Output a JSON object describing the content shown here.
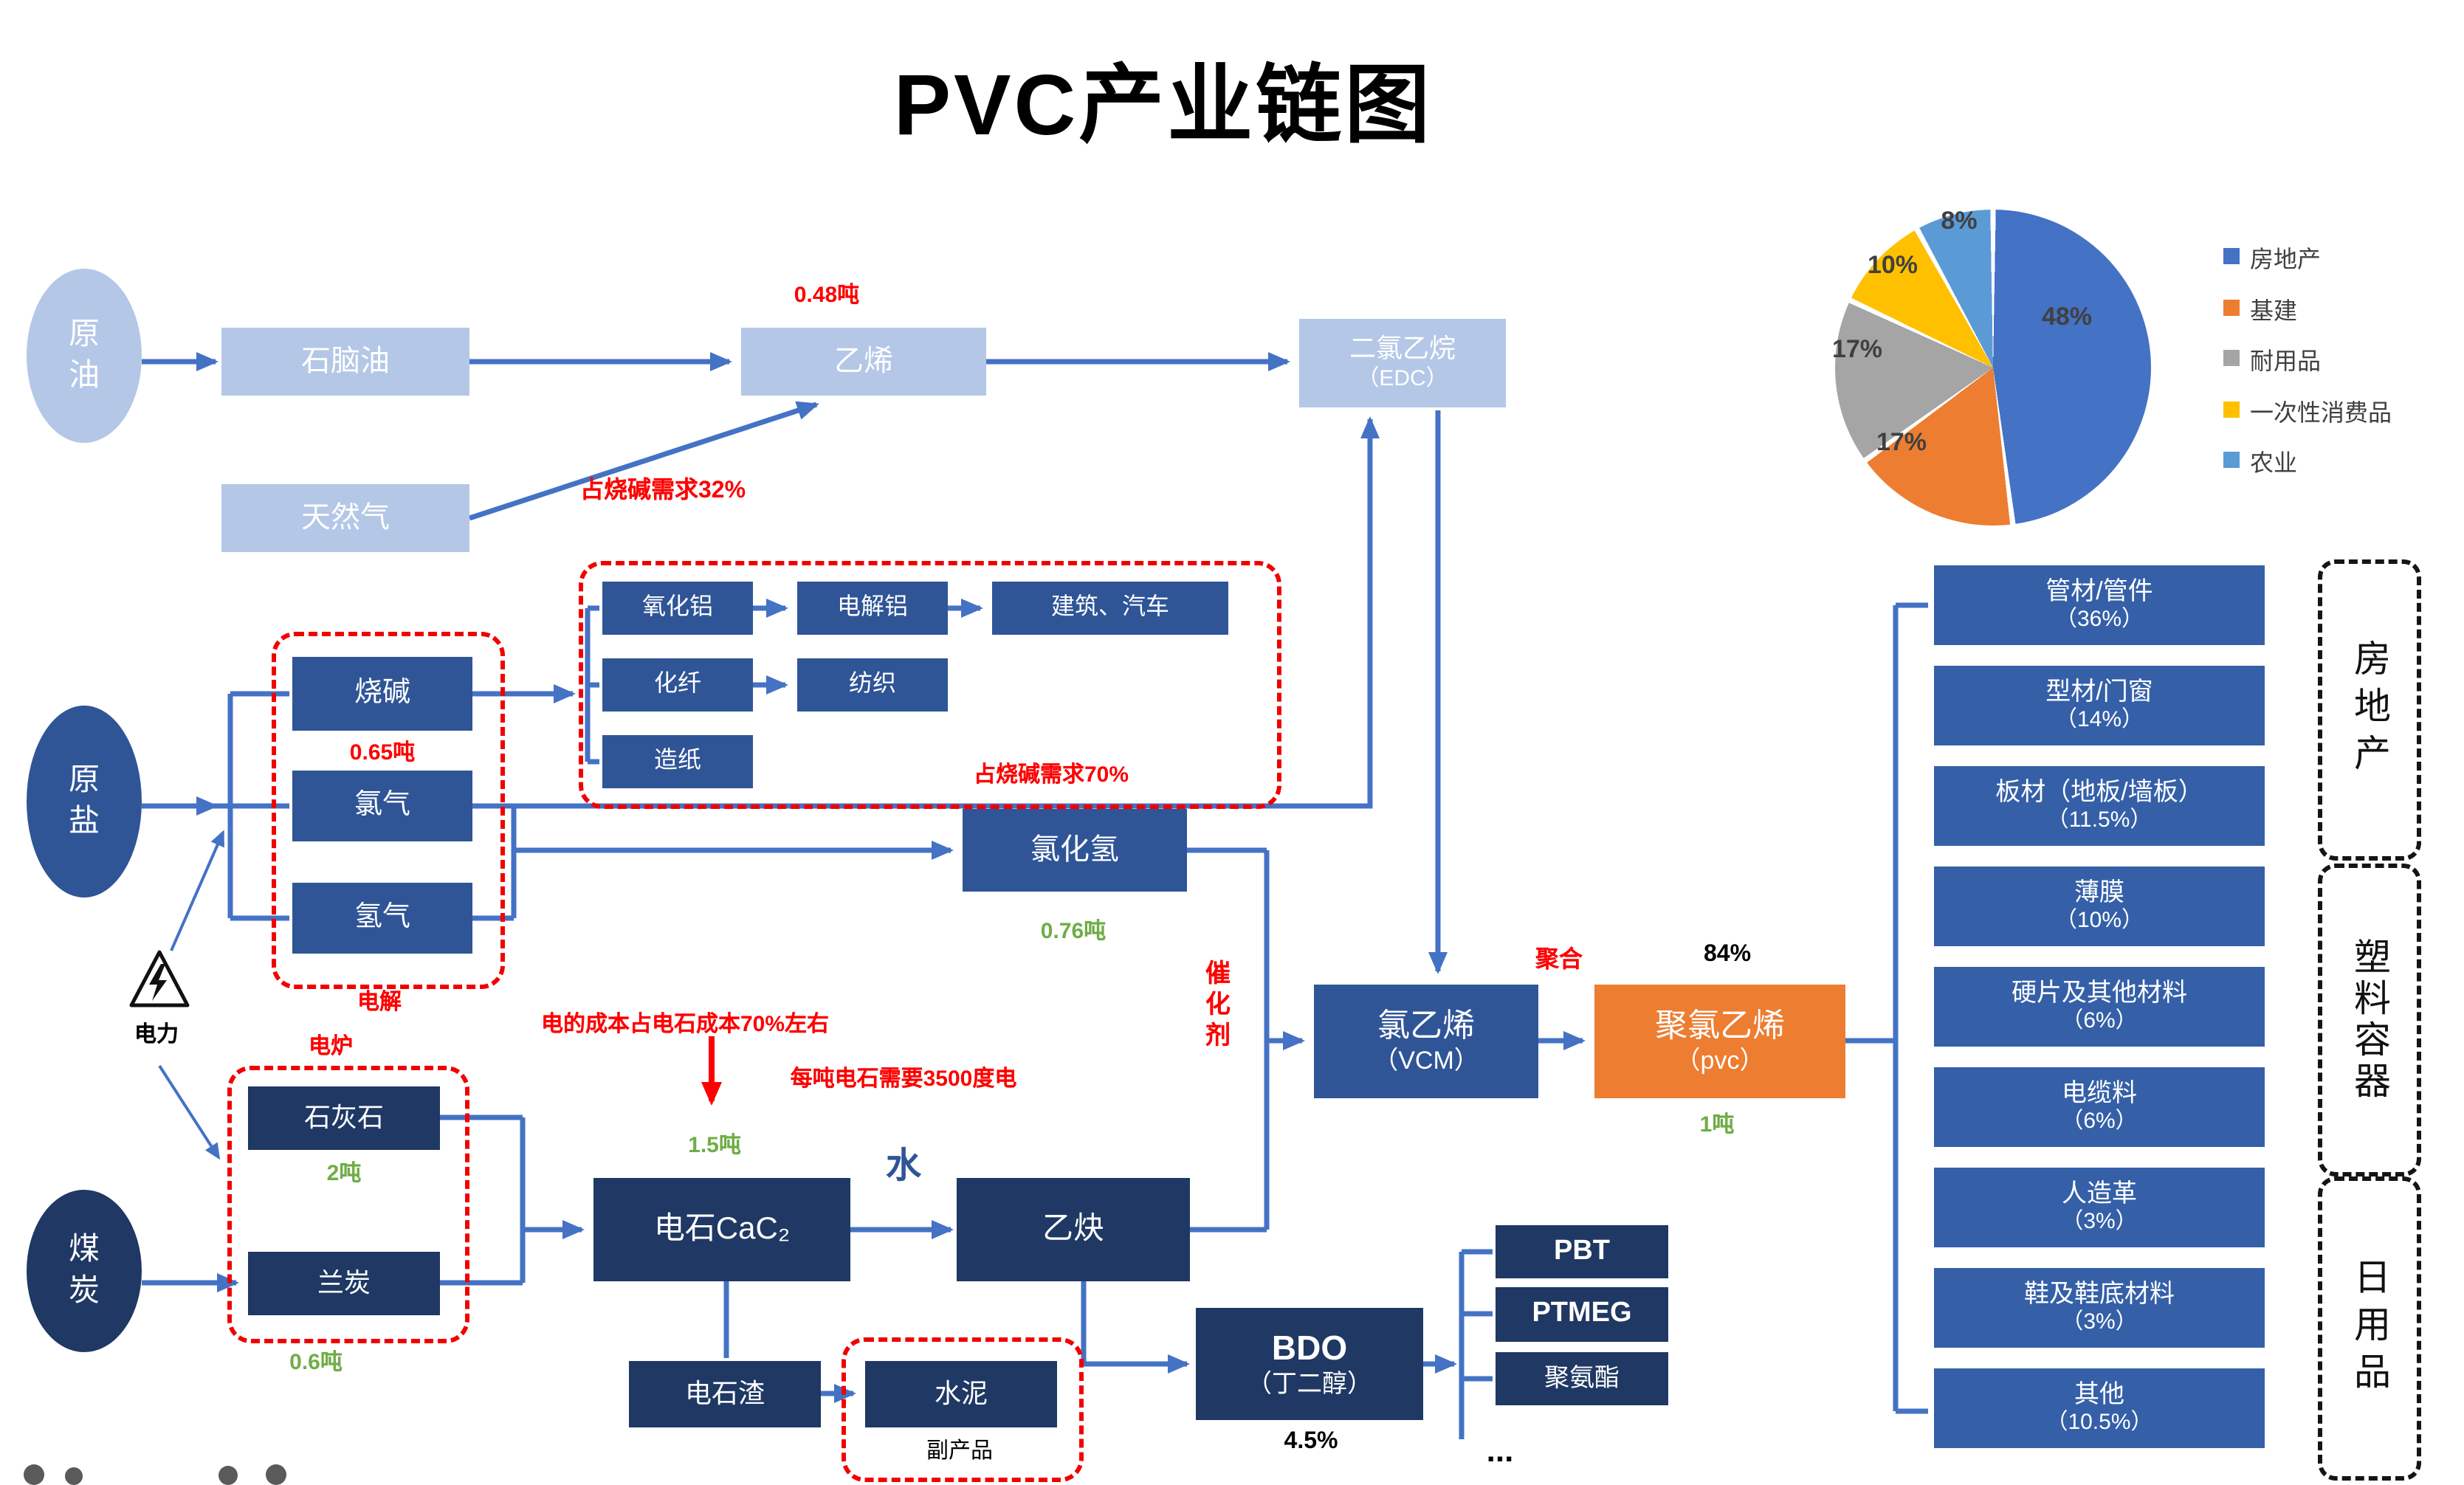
{
  "title": "PVC产业链图",
  "colors": {
    "line_blue": "#4472C4",
    "navy_dark": "#1F3864",
    "navy": "#2F5597",
    "column_blue": "#3560A8",
    "light_blue": "#B4C7E7",
    "orange": "#ED7D31",
    "red": "#FE0000",
    "green": "#70AD47"
  },
  "nodes": {
    "crude_oil": "原油",
    "naphtha": "石脑油",
    "ethylene": "乙烯",
    "edc_line1": "二氯乙烷",
    "edc_line2": "（EDC）",
    "natural_gas": "天然气",
    "raw_salt": "原盐",
    "caustic_soda": "烧碱",
    "chlorine": "氯气",
    "hydrogen": "氢气",
    "alumina": "氧化铝",
    "electrolytic_aluminum": "电解铝",
    "construction_auto": "建筑、汽车",
    "chemical_fiber": "化纤",
    "textile": "纺织",
    "papermaking": "造纸",
    "hcl": "氯化氢",
    "coal": "煤炭",
    "limestone": "石灰石",
    "semi_coke": "兰炭",
    "carbide": "电石CaC₂",
    "acetylene": "乙炔",
    "carbide_slag": "电石渣",
    "cement": "水泥",
    "bdo_line1": "BDO",
    "bdo_line2": "（丁二醇）",
    "pbt": "PBT",
    "ptmeg": "PTMEG",
    "polyurethane": "聚氨酯",
    "vcm_line1": "氯乙烯",
    "vcm_line2": "（VCM）",
    "pvc_line1": "聚氯乙烯",
    "pvc_line2": "（pvc）"
  },
  "annotations": {
    "t048": "0.48吨",
    "caustic_demand_32": "占烧碱需求32%",
    "t065": "0.65吨",
    "caustic_demand_70": "占烧碱需求70%",
    "electrolysis": "电解",
    "electric_power": "电力",
    "electric_furnace": "电炉",
    "t2": "2吨",
    "t06": "0.6吨",
    "t15": "1.5吨",
    "t076": "0.76吨",
    "t1": "1吨",
    "power_cost": "电的成本占电石成本70%左右",
    "power_per_ton": "每吨电石需要3500度电",
    "water": "水",
    "catalyst": "催化剂",
    "polymerization": "聚合",
    "pct84": "84%",
    "pct45": "4.5%",
    "byproduct": "副产品",
    "more": "..."
  },
  "products": [
    {
      "line1": "管材/管件",
      "line2": "（36%）"
    },
    {
      "line1": "型材/门窗",
      "line2": "（14%）"
    },
    {
      "line1": "板材（地板/墙板）",
      "line2": "（11.5%）"
    },
    {
      "line1": "薄膜",
      "line2": "（10%）"
    },
    {
      "line1": "硬片及其他材料",
      "line2": "（6%）"
    },
    {
      "line1": "电缆料",
      "line2": "（6%）"
    },
    {
      "line1": "人造革",
      "line2": "（3%）"
    },
    {
      "line1": "鞋及鞋底材料",
      "line2": "（3%）"
    },
    {
      "line1": "其他",
      "line2": "（10.5%）"
    }
  ],
  "groups": [
    "房地产",
    "塑料容器",
    "日用品"
  ],
  "chart_data": {
    "type": "pie",
    "title": "",
    "categories": [
      "房地产",
      "基建",
      "耐用品",
      "一次性消费品",
      "农业"
    ],
    "values": [
      48,
      17,
      17,
      10,
      8
    ],
    "colors": [
      "#4472C4",
      "#ED7D31",
      "#A5A5A5",
      "#FFC000",
      "#5B9BD5"
    ],
    "labels": [
      "48%",
      "17%",
      "17%",
      "10%",
      "8%"
    ],
    "legend_position": "right"
  }
}
